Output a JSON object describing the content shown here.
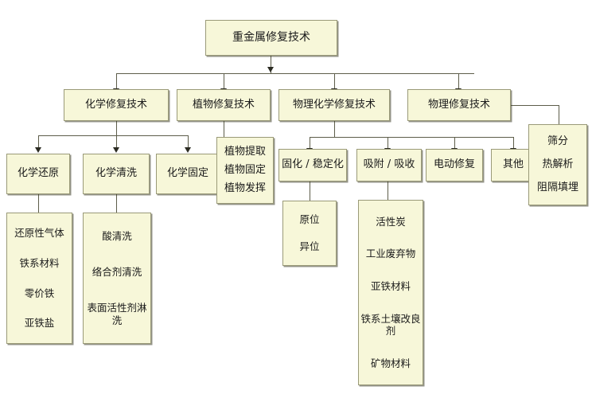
{
  "diagram": {
    "title": "重金属修复技术",
    "type": "tree-hierarchy",
    "colors": {
      "node_fill": "#f7f7d9",
      "node_border": "#9a9a78",
      "connector": "#5d5d4a",
      "text": "#1a1a1a",
      "background": "#ffffff"
    },
    "root": {
      "label": "重金属修复技术"
    },
    "level2": [
      {
        "label": "化学修复技术"
      },
      {
        "label": "植物修复技术"
      },
      {
        "label": "物理化学修复技术"
      },
      {
        "label": "物理修复技术"
      }
    ],
    "level3": [
      {
        "label": "化学还原"
      },
      {
        "label": "化学清洗"
      },
      {
        "label": "化学固定"
      },
      {
        "label": "固化 / 稳定化"
      },
      {
        "label": "吸附 / 吸收"
      },
      {
        "label": "电动修复"
      },
      {
        "label": "其他"
      }
    ],
    "plant_items": [
      "植物提取",
      "植物固定",
      "植物发挥"
    ],
    "physical_items": [
      "筛分",
      "热解析",
      "阻隔填埋"
    ],
    "chem_reduction_items": [
      "还原性气体",
      "铁系材料",
      "零价铁",
      "亚铁盐"
    ],
    "chem_wash_items": [
      "酸清洗",
      "络合剂清洗",
      "表面活性剂淋洗"
    ],
    "solidify_items": [
      "原位",
      "异位"
    ],
    "adsorption_items": [
      "活性炭",
      "工业废弃物",
      "亚铁材料",
      "铁系土壤改良剂",
      "矿物材料"
    ]
  }
}
